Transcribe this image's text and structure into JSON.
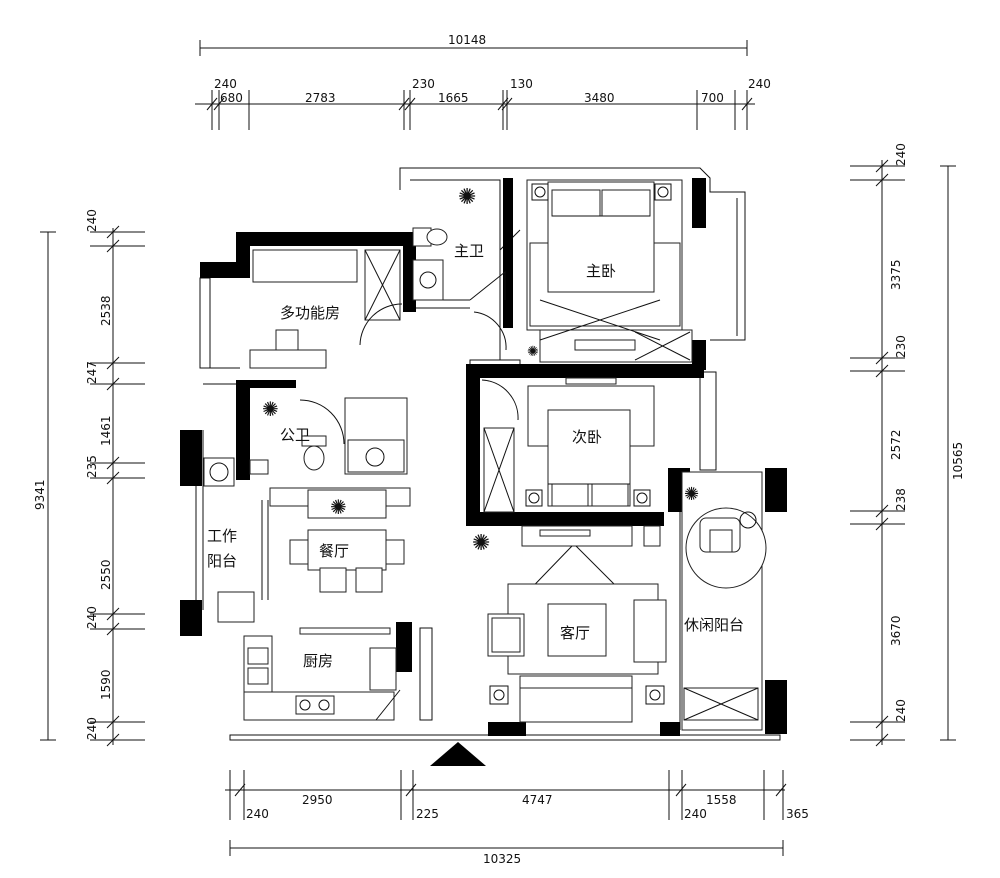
{
  "dimensions": {
    "top_overall": "10148",
    "top_segments_upper": [
      "240",
      "230",
      "130",
      "240"
    ],
    "top_segments_lower": [
      "680",
      "2783",
      "1665",
      "3480",
      "700"
    ],
    "bottom_segments_upper": [
      "2950",
      "4747",
      "1558"
    ],
    "bottom_segments_lower": [
      "240",
      "225",
      "240",
      "365"
    ],
    "bottom_overall": "10325",
    "left_overall": "9341",
    "left_segments": [
      "240",
      "2538",
      "247",
      "1461",
      "235",
      "2550",
      "240",
      "1590",
      "240"
    ],
    "right_overall": "10565",
    "right_segments": [
      "240",
      "3375",
      "230",
      "2572",
      "238",
      "3670",
      "240"
    ]
  },
  "rooms": {
    "master_bath": "主卫",
    "master_bedroom": "主卧",
    "multi_room": "多功能房",
    "public_bath": "公卫",
    "second_bedroom": "次卧",
    "work_balcony": "工作阳台",
    "dining": "餐厅",
    "living": "客厅",
    "leisure_balcony": "休闲阳台",
    "kitchen": "厨房"
  }
}
